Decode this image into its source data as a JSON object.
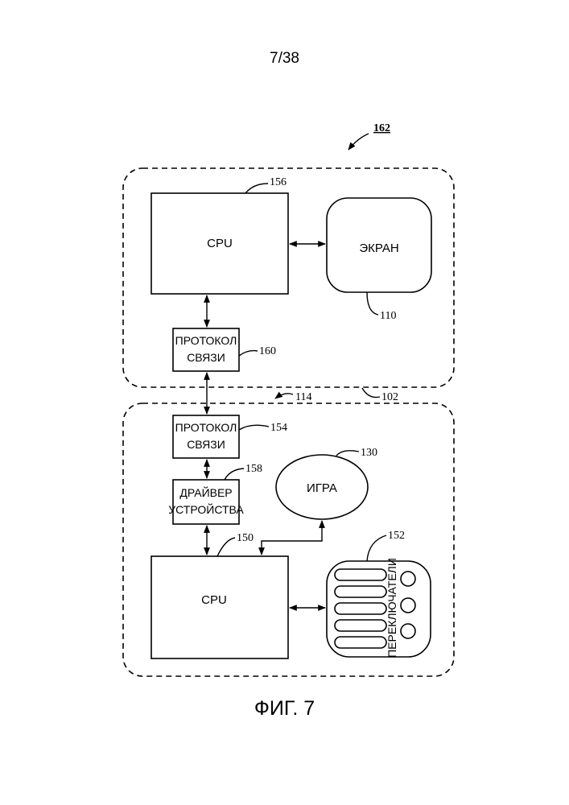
{
  "page_number": "7/38",
  "figure_caption": "ФИГ. 7",
  "refs": {
    "system": "162",
    "top_cpu": "156",
    "display": "110",
    "top_protocol": "160",
    "top_container": "102",
    "link": "114",
    "bottom_protocol": "154",
    "driver": "158",
    "game": "130",
    "bottom_cpu": "150",
    "switches": "152"
  },
  "blocks": {
    "top_cpu": "CPU",
    "display": "ЭКРАН",
    "top_protocol_line1": "ПРОТОКОЛ",
    "top_protocol_line2": "СВЯЗИ",
    "bottom_protocol_line1": "ПРОТОКОЛ",
    "bottom_protocol_line2": "СВЯЗИ",
    "driver_line1": "ДРАЙВЕР",
    "driver_line2": "УСТРОЙСТВА",
    "game": "ИГРА",
    "bottom_cpu": "CPU",
    "switches": "ПЕРЕКЛЮЧАТЕЛИ"
  }
}
